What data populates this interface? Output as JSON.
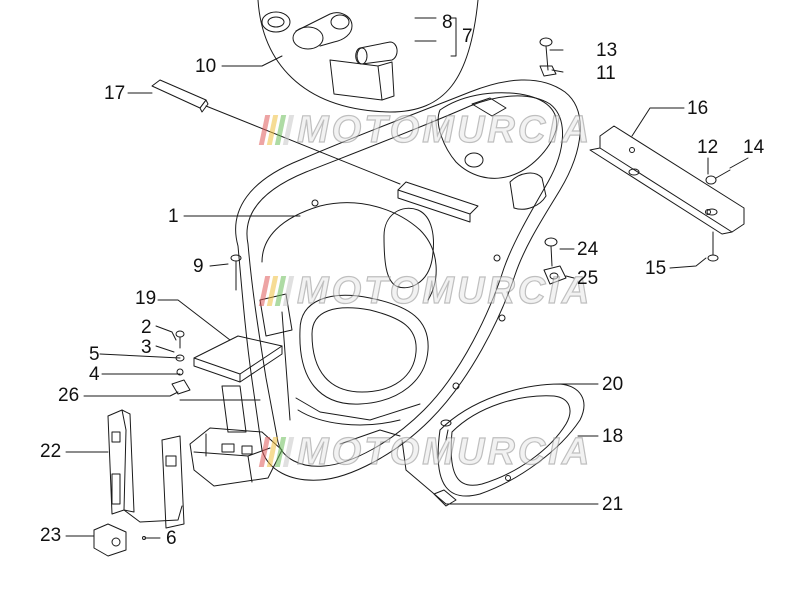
{
  "diagram": {
    "watermark_text": "MOTOMURCIA",
    "watermark_bar_colors": [
      "#e05a5a",
      "#f0c040",
      "#6cbf5a",
      "#c8c8c8"
    ],
    "line_color": "#1a1a1a",
    "callouts": [
      {
        "id": "c1",
        "label": "1"
      },
      {
        "id": "c2",
        "label": "2"
      },
      {
        "id": "c3",
        "label": "3"
      },
      {
        "id": "c4",
        "label": "4"
      },
      {
        "id": "c5",
        "label": "5"
      },
      {
        "id": "c6",
        "label": "6"
      },
      {
        "id": "c7",
        "label": "7"
      },
      {
        "id": "c8",
        "label": "8"
      },
      {
        "id": "c9",
        "label": "9"
      },
      {
        "id": "c10",
        "label": "10"
      },
      {
        "id": "c11",
        "label": "11"
      },
      {
        "id": "c12",
        "label": "12"
      },
      {
        "id": "c13",
        "label": "13"
      },
      {
        "id": "c14",
        "label": "14"
      },
      {
        "id": "c15",
        "label": "15"
      },
      {
        "id": "c16",
        "label": "16"
      },
      {
        "id": "c17",
        "label": "17"
      },
      {
        "id": "c18",
        "label": "18"
      },
      {
        "id": "c19",
        "label": "19"
      },
      {
        "id": "c20",
        "label": "20"
      },
      {
        "id": "c21",
        "label": "21"
      },
      {
        "id": "c22",
        "label": "22"
      },
      {
        "id": "c23",
        "label": "23"
      },
      {
        "id": "c24",
        "label": "24"
      },
      {
        "id": "c25",
        "label": "25"
      },
      {
        "id": "c26",
        "label": "26"
      }
    ]
  }
}
